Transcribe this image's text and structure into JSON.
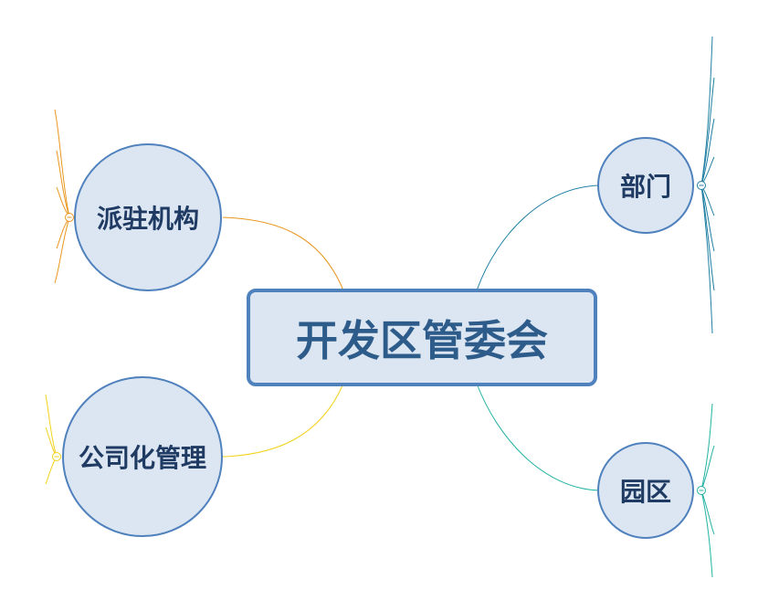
{
  "central": {
    "label": "开发区管委会",
    "fill": "#dce6f2",
    "border": "#4f81bd",
    "text_color": "#2e5c8a"
  },
  "branches": [
    {
      "id": "paizhu",
      "label": "派驻机构",
      "branch_color": "#e8961e"
    },
    {
      "id": "gongsi",
      "label": "公司化管理",
      "branch_color": "#f2d21b"
    },
    {
      "id": "bumen",
      "label": "部门",
      "branch_color": "#1f7fa3"
    },
    {
      "id": "yuanqu",
      "label": "园区",
      "branch_color": "#23b3a3"
    }
  ],
  "node_style": {
    "fill": "#dce6f2",
    "border": "#4f81bd",
    "text_color": "#1f3b63"
  },
  "collapse_glyph": "⊖"
}
